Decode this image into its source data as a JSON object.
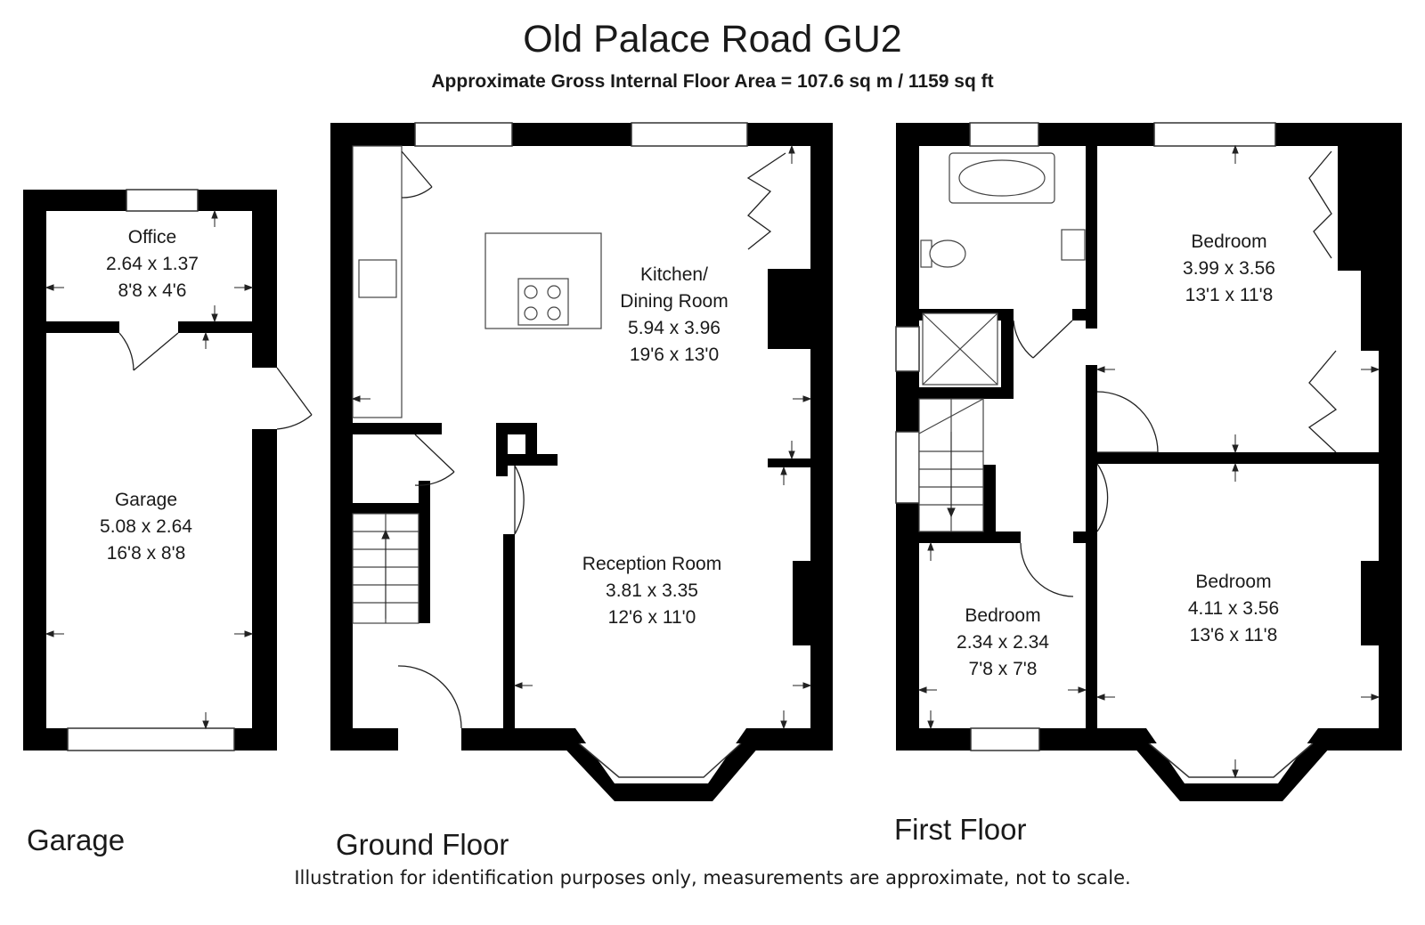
{
  "title": "Old Palace Road GU2",
  "subtitle": "Approximate Gross Internal Floor Area = 107.6 sq m / 1159 sq ft",
  "floors": {
    "garage": "Garage",
    "ground": "Ground Floor",
    "first": "First Floor"
  },
  "rooms": {
    "office": {
      "name": "Office",
      "metric": "2.64 x 1.37",
      "imperial": "8'8 x 4'6"
    },
    "garage": {
      "name": "Garage",
      "metric": "5.08 x 2.64",
      "imperial": "16'8 x 8'8"
    },
    "kitchen": {
      "name1": "Kitchen/",
      "name2": "Dining Room",
      "metric": "5.94 x 3.96",
      "imperial": "19'6 x 13'0"
    },
    "reception": {
      "name": "Reception Room",
      "metric": "3.81 x 3.35",
      "imperial": "12'6 x 11'0"
    },
    "bedroom_top": {
      "name": "Bedroom",
      "metric": "3.99 x 3.56",
      "imperial": "13'1 x 11'8"
    },
    "bedroom_small": {
      "name": "Bedroom",
      "metric": "2.34 x 2.34",
      "imperial": "7'8 x 7'8"
    },
    "bedroom_bottom": {
      "name": "Bedroom",
      "metric": "4.11 x 3.56",
      "imperial": "13'6 x 11'8"
    }
  },
  "disclaimer": "Illustration for identification purposes only, measurements are approximate, not to scale."
}
